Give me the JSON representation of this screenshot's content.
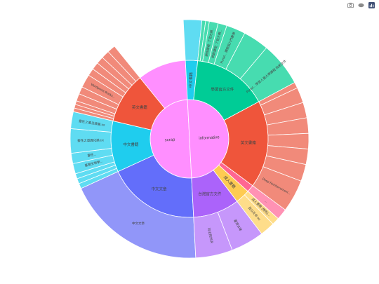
{
  "toolbar": {
    "items": [
      {
        "icon": "camera-icon",
        "label": "Download plot as a png"
      },
      {
        "icon": "zoom-icon",
        "label": "Zoom"
      },
      {
        "icon": "plotly-logo-icon",
        "label": "Produced with Plotly"
      }
    ]
  },
  "chart_data": {
    "type": "sunburst",
    "root_color": "#ff8fff",
    "children": [
      {
        "name": "scrap",
        "value": 50,
        "color": "#ff8fff",
        "children": [
          {
            "name": "中文文章",
            "value": 19,
            "color": "#636efa",
            "light": "#9196f9",
            "children": [
              {
                "name": "中文文章",
                "value": 19,
                "label": "中文文章"
              }
            ]
          },
          {
            "name": "中文書籍",
            "value": 10.5,
            "color": "#1fcdee",
            "light": "#5fdcf2",
            "children": [
              {
                "name": "",
                "value": 0.7,
                "label": ""
              },
              {
                "name": "",
                "value": 0.7,
                "label": ""
              },
              {
                "name": "",
                "value": 0.7,
                "label": ""
              },
              {
                "name": "基礎生物學",
                "value": 1.4,
                "label": "基礎生物學..."
              },
              {
                "name": "靈性...",
                "value": 1.4,
                "label": "靈性..."
              },
              {
                "name": "靈性之道...txt",
                "value": 3.3,
                "label": "靈性之道異化論.txt"
              },
              {
                "name": "靈性之書...txt",
                "value": 2.3,
                "label": "靈性之書日錄篇.txt"
              }
            ]
          },
          {
            "name": "英文書籍",
            "value": 10.5,
            "color": "#ef553b",
            "light": "#f18a7a",
            "children": [
              {
                "name": "",
                "value": 0.5,
                "label": ""
              },
              {
                "name": "",
                "value": 0.5,
                "label": ""
              },
              {
                "name": "",
                "value": 0.5,
                "label": ""
              },
              {
                "name": "",
                "value": 1.0,
                "label": ""
              },
              {
                "name": "",
                "value": 1.0,
                "label": ""
              },
              {
                "name": "Wordpress Books",
                "value": 1.8,
                "label": "Wordpress Books..."
              },
              {
                "name": "",
                "value": 1.0,
                "label": ""
              },
              {
                "name": "",
                "value": 1.0,
                "label": ""
              },
              {
                "name": "",
                "value": 1.0,
                "label": ""
              },
              {
                "name": "",
                "value": 1.1,
                "label": ""
              },
              {
                "name": "",
                "value": 1.1,
                "label": ""
              }
            ]
          },
          {
            "name": "",
            "value": 10,
            "color": "#ff8fff",
            "light": "#ffa8ff",
            "children": []
          }
        ]
      },
      {
        "name": "informative",
        "value": 50,
        "color": "#ff8fff",
        "children": [
          {
            "name": "中文書籍",
            "value": 2.5,
            "color": "#1fcdee",
            "light": "#5fdcf2",
            "children": [
              {
                "name": "",
                "value": 2.5,
                "label": ""
              }
            ]
          },
          {
            "name": "學習官方文件",
            "value": 15.5,
            "color": "#00cc96",
            "light": "#47dcb0",
            "children": [
              {
                "name": "",
                "value": 0.5,
                "label": ""
              },
              {
                "name": "",
                "value": 0.5,
                "label": ""
              },
              {
                "name": "網頁課程",
                "value": 1.2,
                "label": "網頁課程: 了官方網..."
              },
              {
                "name": "網頁課程2",
                "value": 1.2,
                "label": "網頁課程: 了官方網..."
              },
              {
                "name": "Portal",
                "value": 2.6,
                "label": "Portal... 課程與入門教學"
              },
              {
                "name": "",
                "value": 3.5,
                "label": ""
              },
              {
                "name": "Portal 2",
                "value": 6.0,
                "label": "Portal... 學習人員大學課程 技術文件"
              }
            ]
          },
          {
            "name": "英文書籍",
            "value": 18,
            "color": "#ef553b",
            "light": "#f18a7a",
            "children": [
              {
                "name": "",
                "value": 0.8,
                "label": ""
              },
              {
                "name": "",
                "value": 2.1,
                "label": ""
              },
              {
                "name": "",
                "value": 2.1,
                "label": ""
              },
              {
                "name": "",
                "value": 2.1,
                "label": ""
              },
              {
                "name": "",
                "value": 2.1,
                "label": ""
              },
              {
                "name": "",
                "value": 2.1,
                "label": ""
              },
              {
                "name": "",
                "value": 2.3,
                "label": ""
              },
              {
                "name": "",
                "value": 4.4,
                "label": "Deep Reinforcement..."
              }
            ]
          },
          {
            "name": "",
            "value": 1.5,
            "color": "#ff6692",
            "light": "#ff92b4",
            "children": [
              {
                "name": "",
                "value": 1.5,
                "label": "..."
              }
            ]
          },
          {
            "name": "成人書籍",
            "value": 3.0,
            "color": "#fecb52",
            "light": "#fedd8a",
            "children": [
              {
                "name": "",
                "value": 1.0,
                "label": "成人書籍 (情色)..."
              },
              {
                "name": "",
                "value": 2.0,
                "label": "我以天命 txt"
              }
            ]
          },
          {
            "name": "台灣官方文件",
            "value": 9.5,
            "color": "#ab63fa",
            "light": "#c697fb",
            "children": [
              {
                "name": "臺灣法律",
                "value": 4.5,
                "label": "臺灣法律"
              },
              {
                "name": "司法院判決",
                "value": 5.0,
                "label": "司法院判決"
              }
            ]
          }
        ]
      }
    ]
  }
}
